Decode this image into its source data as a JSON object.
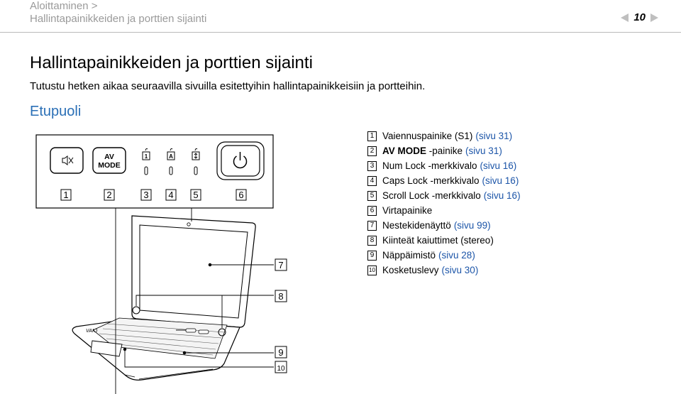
{
  "header": {
    "breadcrumb_parent": "Aloittaminen >",
    "breadcrumb_current": "Hallintapainikkeiden ja porttien sijainti",
    "page_number": "10",
    "accent_color": "#9a9a9a"
  },
  "main": {
    "title": "Hallintapainikkeiden ja porttien sijainti",
    "intro_line1": "Tutustu hetken aikaa seuraavilla sivuilla esitettyihin hallintapainikkeisiin ja portteihin.",
    "intro_line2": "",
    "section_title": "Etupuoli",
    "section_color": "#2a6fb6"
  },
  "diagram": {
    "av_mode_top": "AV",
    "av_mode_bottom": "MODE",
    "callouts": [
      "1",
      "2",
      "3",
      "4",
      "5",
      "6",
      "7",
      "8",
      "9",
      "10"
    ],
    "brand": "VAIO"
  },
  "legend": [
    {
      "num": "1",
      "label": "Vaiennuspainike (S1)",
      "link": "(sivu 31)"
    },
    {
      "num": "2",
      "label_bold": "AV MODE",
      "label": " -painike",
      "link": "(sivu 31)"
    },
    {
      "num": "3",
      "label": "Num Lock -merkkivalo",
      "link": "(sivu 16)"
    },
    {
      "num": "4",
      "label": "Caps Lock -merkkivalo",
      "link": "(sivu 16)"
    },
    {
      "num": "5",
      "label": "Scroll Lock -merkkivalo",
      "link": "(sivu 16)"
    },
    {
      "num": "6",
      "label": "Virtapainike",
      "link": ""
    },
    {
      "num": "7",
      "label": "Nestekidenäyttö",
      "link": "(sivu 99)"
    },
    {
      "num": "8",
      "label": "Kiinteät kaiuttimet (stereo)",
      "link": ""
    },
    {
      "num": "9",
      "label": "Näppäimistö",
      "link": "(sivu 28)"
    },
    {
      "num": "10",
      "label": "Kosketuslevy",
      "link": "(sivu 30)"
    }
  ]
}
